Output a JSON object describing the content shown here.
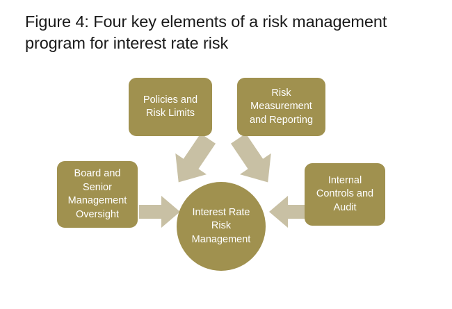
{
  "figure": {
    "title": "Figure 4: Four key elements of a risk management program for interest rate risk"
  },
  "diagram": {
    "type": "hub-and-spoke",
    "center": {
      "label": "Interest Rate\nRisk\nManagement",
      "shape": "circle"
    },
    "nodes": [
      {
        "id": "policies",
        "label": "Policies and\nRisk Limits",
        "position": "top-left",
        "shape": "rounded-rectangle"
      },
      {
        "id": "measure",
        "label": "Risk\nMeasurement\nand Reporting",
        "position": "top-right",
        "shape": "rounded-rectangle"
      },
      {
        "id": "board",
        "label": "Board and\nSenior\nManagement\nOversight",
        "position": "left",
        "shape": "rounded-rectangle"
      },
      {
        "id": "internal",
        "label": "Internal\nControls and\nAudit",
        "position": "right",
        "shape": "rounded-rectangle"
      }
    ],
    "arrows": [
      {
        "from": "policies",
        "to": "center",
        "direction": "down-right"
      },
      {
        "from": "measure",
        "to": "center",
        "direction": "down-left"
      },
      {
        "from": "board",
        "to": "center",
        "direction": "right"
      },
      {
        "from": "internal",
        "to": "center",
        "direction": "left"
      }
    ]
  },
  "colors": {
    "node_fill": "#a0914f",
    "center_fill": "#a0914f",
    "arrow_fill": "#c8c0a4",
    "node_text": "#ffffff",
    "title_text": "#1a1a1a",
    "background": "#ffffff"
  }
}
